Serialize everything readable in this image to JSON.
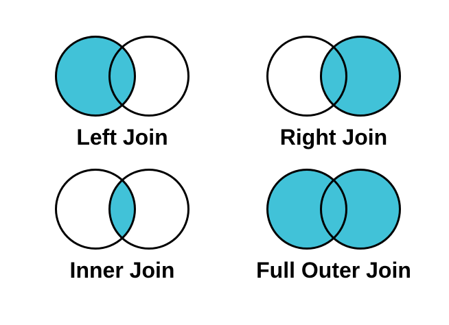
{
  "page": {
    "background": "#FFFFFF",
    "description": "SQL join types illustrated as Venn diagrams"
  },
  "colors": {
    "accent": "#41C2D8",
    "empty": "#FFFFFF",
    "outline": "#000000",
    "label_text": "#000000"
  },
  "diagrams": [
    {
      "label": "Left Join",
      "filled_regions": "left circle and intersection",
      "left_fill": "#41C2D8",
      "intersection_fill": "#41C2D8",
      "right_fill": "#FFFFFF"
    },
    {
      "label": "Right Join",
      "filled_regions": "right circle and intersection",
      "left_fill": "#FFFFFF",
      "intersection_fill": "#41C2D8",
      "right_fill": "#41C2D8"
    },
    {
      "label": "Inner Join",
      "filled_regions": "intersection only",
      "left_fill": "#FFFFFF",
      "intersection_fill": "#41C2D8",
      "right_fill": "#FFFFFF"
    },
    {
      "label": "Full Outer Join",
      "filled_regions": "both circles and intersection",
      "left_fill": "#41C2D8",
      "intersection_fill": "#41C2D8",
      "right_fill": "#41C2D8"
    }
  ]
}
